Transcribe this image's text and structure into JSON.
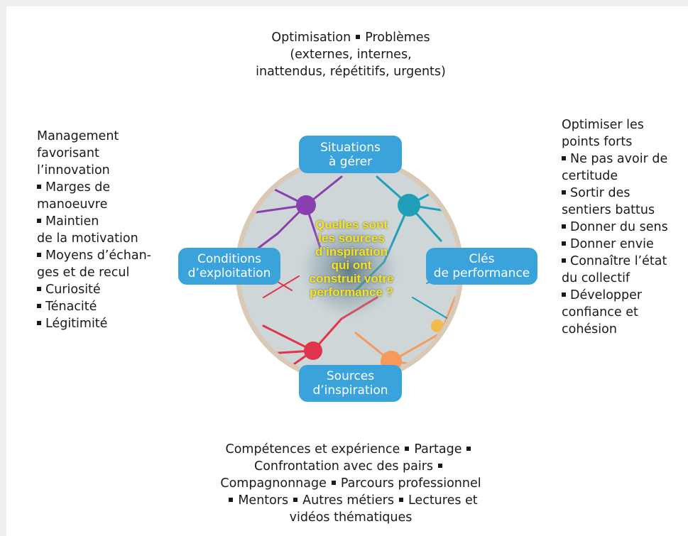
{
  "top_text": {
    "lines": [
      "Problèmes",
      "(externes, internes,",
      "inattendus, répétitifs, urgents)"
    ],
    "first_prefix": "Optimisation"
  },
  "left_text": {
    "lines": [
      {
        "text": "Management",
        "bullet": false
      },
      {
        "text": "favorisant",
        "bullet": false
      },
      {
        "text": "l’innovation",
        "bullet": false
      },
      {
        "text": "Marges de",
        "bullet": true
      },
      {
        "text": "manoeuvre",
        "bullet": false
      },
      {
        "text": "Maintien",
        "bullet": true
      },
      {
        "text": "de la motivation",
        "bullet": false
      },
      {
        "text": "Moyens d’échan-",
        "bullet": true
      },
      {
        "text": "ges et de recul",
        "bullet": false
      },
      {
        "text": "Curiosité",
        "bullet": true
      },
      {
        "text": "Ténacité",
        "bullet": true
      },
      {
        "text": "Légitimité",
        "bullet": true
      }
    ]
  },
  "right_text": {
    "lines": [
      {
        "text": "Optimiser les",
        "bullet": false
      },
      {
        "text": "points forts",
        "bullet": false
      },
      {
        "text": "Ne pas avoir de",
        "bullet": true
      },
      {
        "text": "certitude",
        "bullet": false
      },
      {
        "text": "Sortir des",
        "bullet": true
      },
      {
        "text": "sentiers battus",
        "bullet": false
      },
      {
        "text": "Donner du sens",
        "bullet": true
      },
      {
        "text": "Donner envie",
        "bullet": true
      },
      {
        "text": "Connaître l’état",
        "bullet": true
      },
      {
        "text": "du collectif",
        "bullet": false
      },
      {
        "text": "Développer",
        "bullet": true
      },
      {
        "text": "confiance et",
        "bullet": false
      },
      {
        "text": "cohésion",
        "bullet": false
      }
    ]
  },
  "bottom_text": {
    "lines": [
      [
        "Compétences et expérience",
        "Partage",
        ""
      ],
      [
        "Confrontation avec des pairs",
        ""
      ],
      [
        "Compagnonnage",
        "Parcours professionnel"
      ],
      [
        "",
        "Mentors",
        "Autres métiers",
        "Lectures et"
      ],
      [
        "vidéos thématiques"
      ]
    ]
  },
  "pills": {
    "top": [
      "Situations",
      "à gérer"
    ],
    "bottom": [
      "Sources",
      "d’inspiration"
    ],
    "left": [
      "Conditions",
      "d’exploitation"
    ],
    "right": [
      "Clés",
      "de performance"
    ]
  },
  "question": [
    "Quelles sont",
    "les sources",
    "d’inspiration",
    "qui ont",
    "construit votre",
    "performance ?"
  ],
  "colors": {
    "pill": "#3aa3dc",
    "question": "#f4e51b",
    "circle_ring": "#d9cab7",
    "neuron_purple": "#8a3fb0",
    "neuron_teal": "#1fa0b8",
    "neuron_red": "#e0344d",
    "neuron_orange": "#f59a5a"
  }
}
